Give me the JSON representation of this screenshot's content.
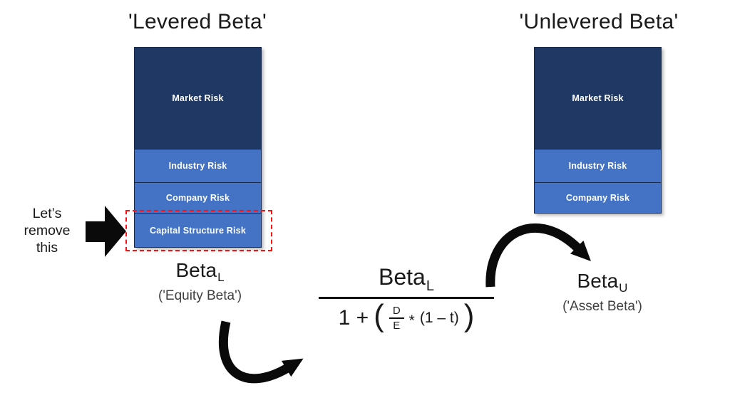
{
  "diagram": {
    "left": {
      "title": "'Levered Beta'",
      "segments": [
        {
          "label": "Market Risk"
        },
        {
          "label": "Industry Risk"
        },
        {
          "label": "Company Risk"
        },
        {
          "label": "Capital Structure Risk"
        }
      ],
      "beta_base": "Beta",
      "beta_sub": "L",
      "alias": "('Equity Beta')"
    },
    "right": {
      "title": "'Unlevered Beta'",
      "segments": [
        {
          "label": "Market Risk"
        },
        {
          "label": "Industry Risk"
        },
        {
          "label": "Company Risk"
        }
      ],
      "beta_base": "Beta",
      "beta_sub": "U",
      "alias": "('Asset Beta')"
    },
    "annotation": {
      "line1": "Let’s",
      "line2": "remove",
      "line3": "this"
    },
    "formula": {
      "numerator_base": "Beta",
      "numerator_sub": "L",
      "one_plus": "1 +",
      "open_paren": "(",
      "d": "D",
      "e": "E",
      "star": "*",
      "tax": "(1 – t)",
      "close_paren": ")"
    },
    "colors": {
      "market_risk": "#1F3864",
      "other_risk": "#4472C4",
      "highlight_dashed": "#FF0F0F",
      "bar_text": "#FFFFFF",
      "text": "#1A1A1A"
    }
  }
}
